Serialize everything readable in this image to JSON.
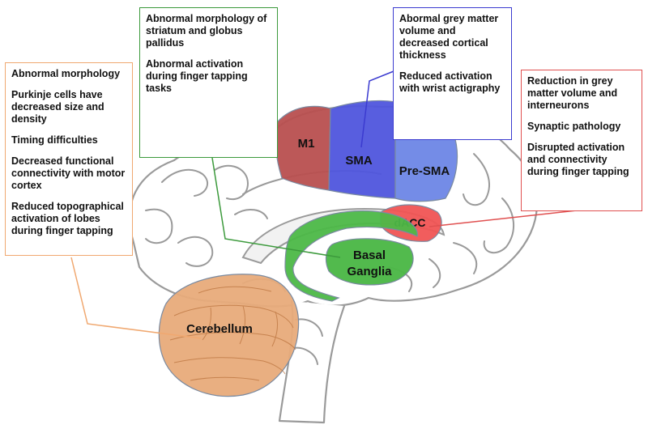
{
  "colors": {
    "cerebellum": "#e8ab7a",
    "basal_ganglia": "#4cb847",
    "m1": "#b84f4f",
    "sma": "#4f55dd",
    "pre_sma": "#6d86e6",
    "dacc": "#f05454",
    "box_orange": "#f0a870",
    "box_green": "#3c9a3c",
    "box_blue": "#3b3bd0",
    "box_red": "#e05050"
  },
  "regions": {
    "cerebellum": "Cerebellum",
    "basal_ganglia_line1": "Basal",
    "basal_ganglia_line2": "Ganglia",
    "m1": "M1",
    "sma": "SMA",
    "pre_sma": "Pre-SMA",
    "dacc": "dACC"
  },
  "callouts": {
    "cerebellum": [
      "Abnormal morphology",
      "Purkinje cells have decreased size and density",
      "Timing difficulties",
      "Decreased functional connectivity with motor cortex",
      "Reduced topographical activation of lobes during finger tapping"
    ],
    "basal_ganglia": [
      "Abnormal morphology of striatum and globus pallidus",
      "Abnormal activation during finger tapping tasks"
    ],
    "sma": [
      "Aborma​l grey matter volume and decreased cortical thickness",
      "Reduced activation with wrist actigraphy"
    ],
    "dacc": [
      "Reduction in grey matter volume and interneurons",
      "Synaptic pathology",
      "Disrupted activation and connectivity during finger tapping"
    ]
  }
}
